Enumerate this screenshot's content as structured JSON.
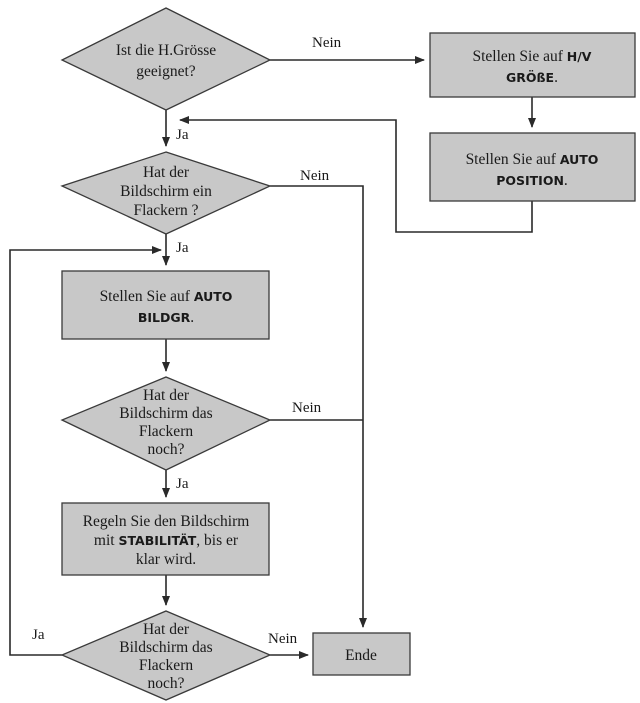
{
  "decisions": {
    "q1": {
      "lines": [
        "Ist die H.Grösse",
        "geeignet?"
      ]
    },
    "q2": {
      "lines": [
        "Hat der",
        "Bildschirm ein",
        "Flackern ?"
      ]
    },
    "q3": {
      "lines": [
        "Hat der",
        "Bildschirm das",
        "Flackern",
        "noch?"
      ]
    },
    "q4": {
      "lines": [
        "Hat der",
        "Bildschirm das",
        "Flackern",
        "noch?"
      ]
    }
  },
  "actions": {
    "a1": {
      "line1_text": "Stellen Sie auf ",
      "line1_bold": "H/V",
      "line2_bold": "GRÖßE",
      "line2_end": "."
    },
    "a2": {
      "line1_text": "Stellen Sie auf ",
      "line1_bold": "AUTO",
      "line2_bold": "POSITION",
      "line2_end": "."
    },
    "a3": {
      "line1_text": "Stellen Sie auf ",
      "line1_bold": "AUTO",
      "line2_bold": "BILDGR",
      "line2_end": "."
    },
    "a4": {
      "line1": "Regeln Sie den Bildschirm",
      "line2_start": "mit ",
      "line2_bold": "STABILITÄT",
      "line2_end": ", bis er",
      "line3": "klar wird."
    }
  },
  "end_label": "Ende",
  "edge_labels": {
    "q1_no": "Nein",
    "q1_yes": "Ja",
    "q2_no": "Nein",
    "q2_yes": "Ja",
    "q3_no": "Nein",
    "q3_yes": "Ja",
    "q4_no": "Nein",
    "q4_yes": "Ja"
  }
}
